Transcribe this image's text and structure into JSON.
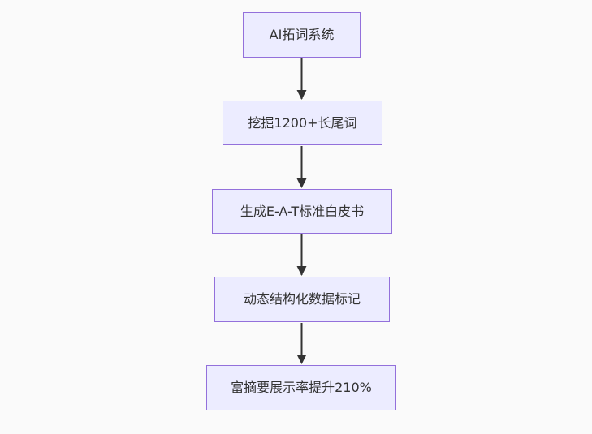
{
  "diagram": {
    "type": "flowchart",
    "direction": "top-down",
    "nodes": [
      {
        "label": "AI拓词系统"
      },
      {
        "label": "挖掘1200+长尾词"
      },
      {
        "label": "生成E-A-T标准白皮书"
      },
      {
        "label": "动态结构化数据标记"
      },
      {
        "label": "富摘要展示率提升210%"
      }
    ],
    "edges": [
      {
        "from": 0,
        "to": 1
      },
      {
        "from": 1,
        "to": 2
      },
      {
        "from": 2,
        "to": 3
      },
      {
        "from": 3,
        "to": 4
      }
    ],
    "colors": {
      "background": "#fafafa",
      "node_fill": "#ECECFF",
      "node_border": "#9370DB",
      "arrow": "#333333",
      "text": "#333333"
    }
  }
}
